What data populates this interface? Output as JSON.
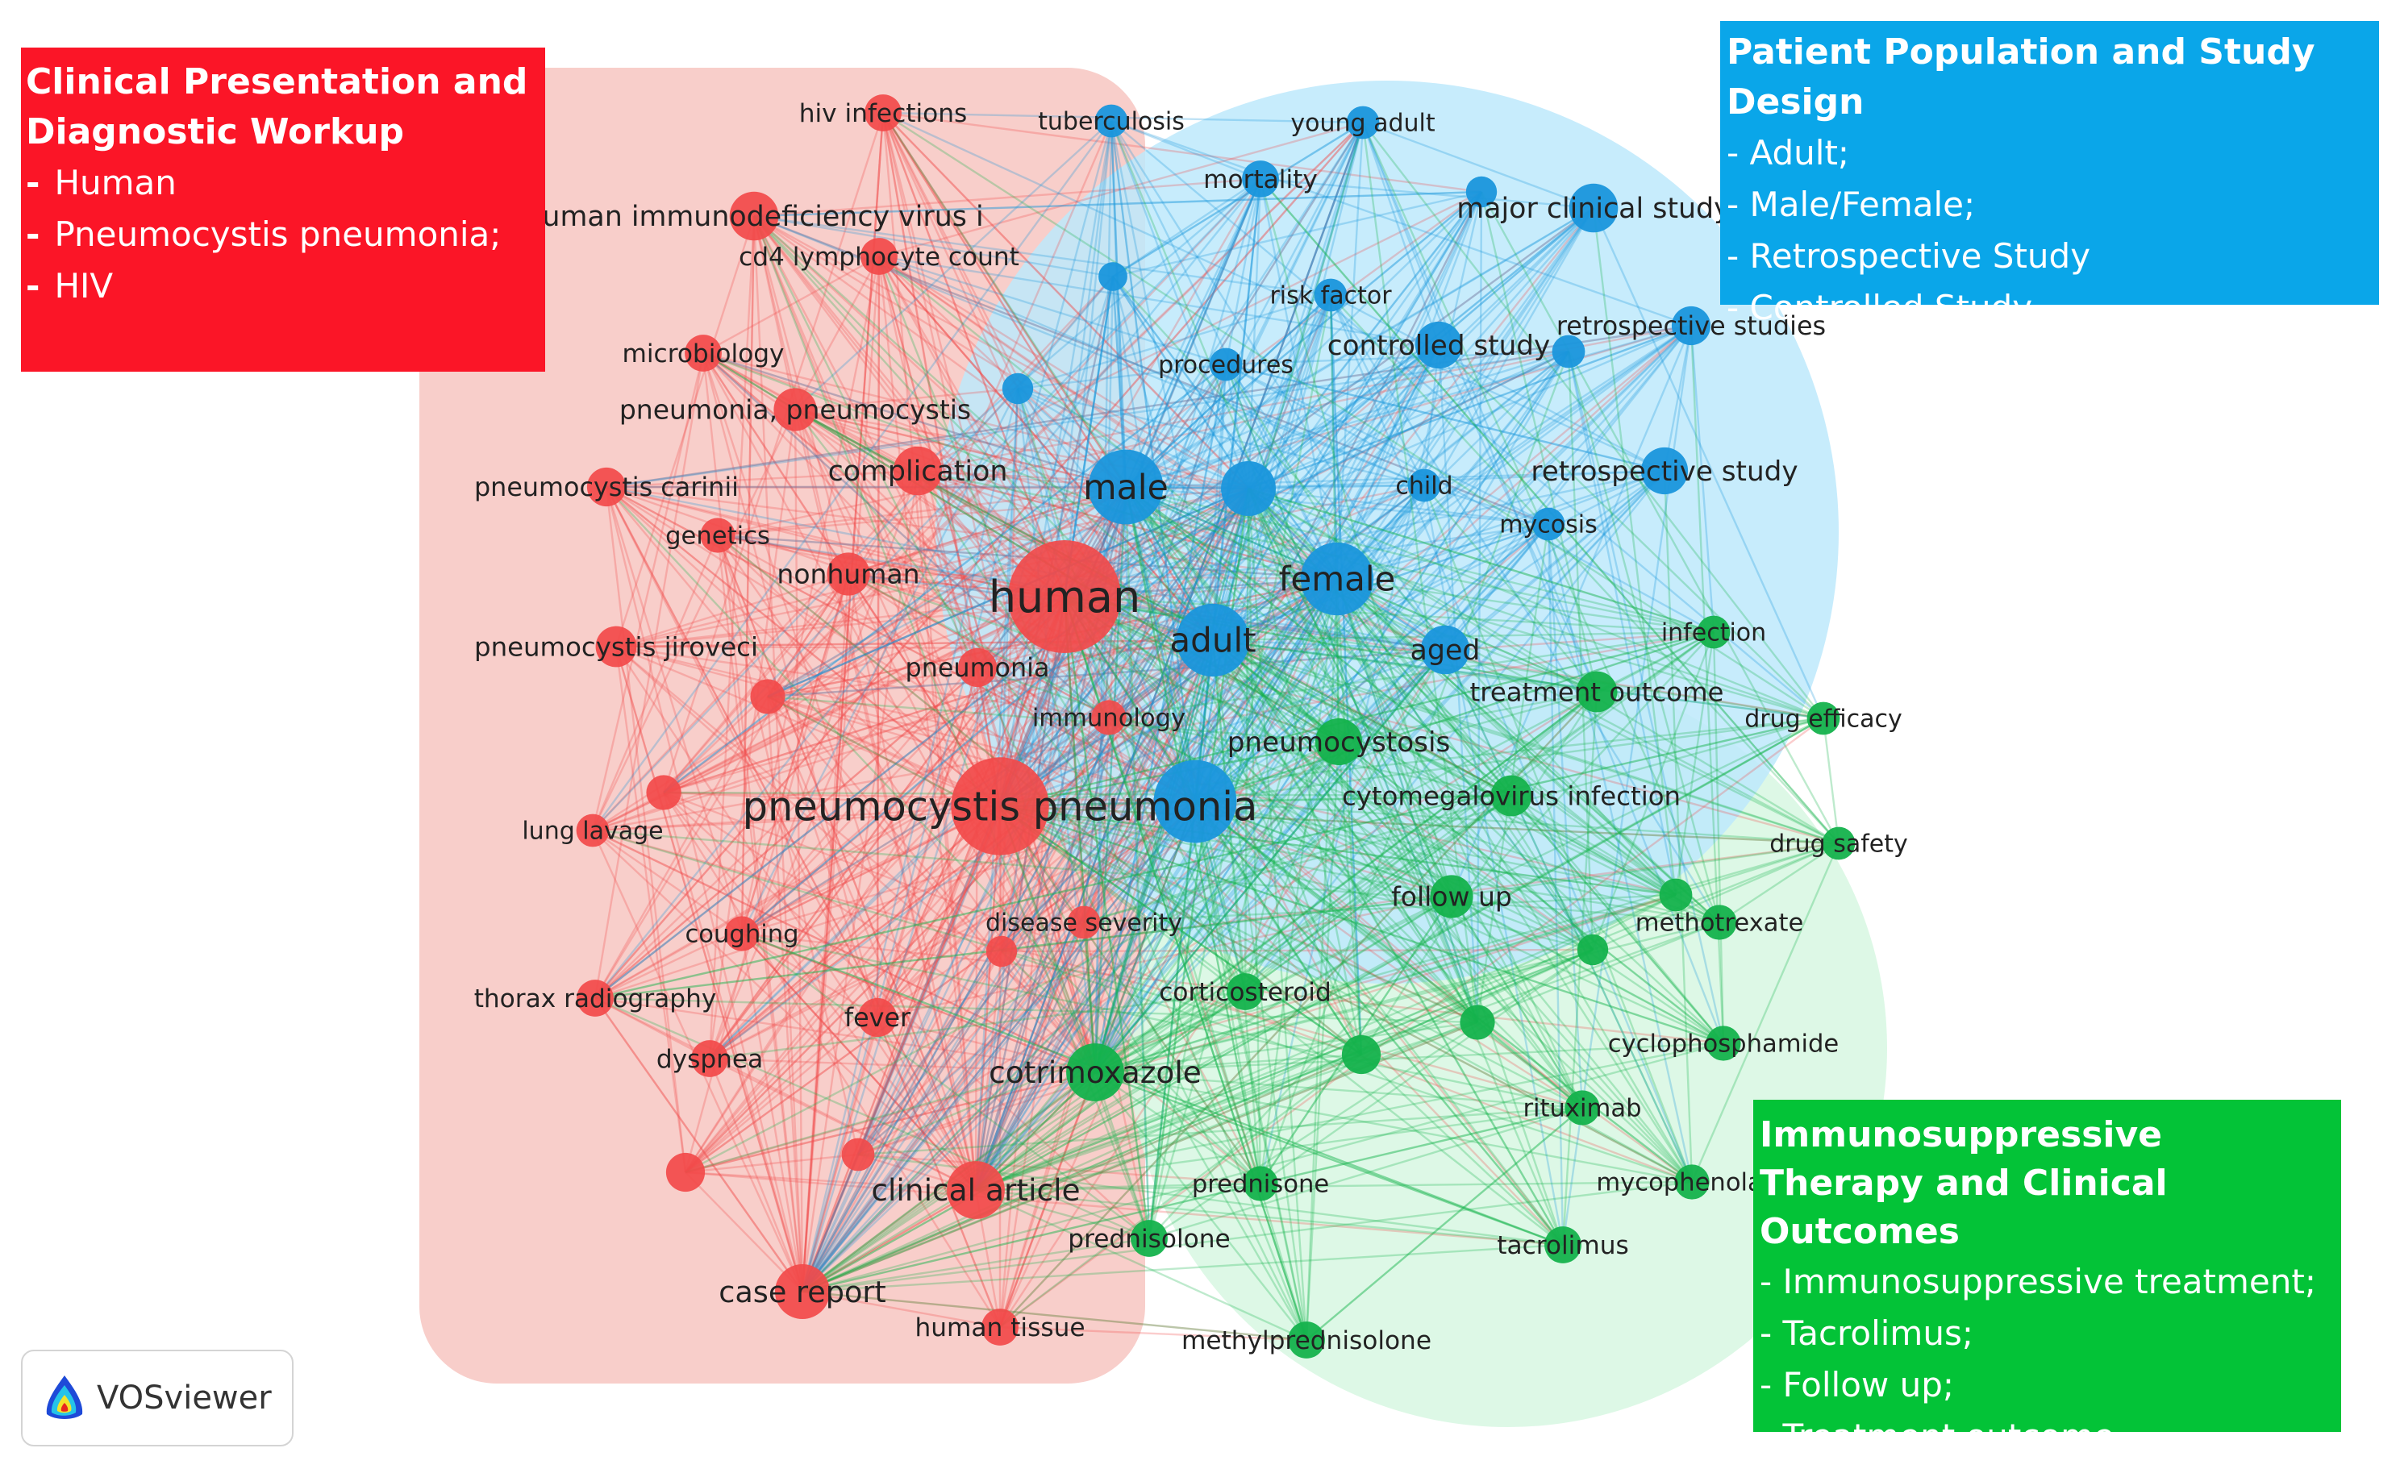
{
  "colors": {
    "red": "#f24a4a",
    "blue": "#1a96dc",
    "green": "#14b24c",
    "red_region": "#f7c9c4",
    "blue_region": "#bde9fb",
    "green_region": "#d9f7e3"
  },
  "legend_boxes": {
    "red": {
      "title": "Clinical Presentation and Diagnostic Workup",
      "items": [
        "Human",
        "Pneumocystis pneumonia;",
        "HIV"
      ]
    },
    "blue": {
      "title": "Patient Population and Study Design",
      "items": [
        "- Adult;",
        "- Male/Female;",
        "- Retrospective Study",
        "- Controlled Study"
      ]
    },
    "green": {
      "title": "Immunosuppressive Therapy and Clinical Outcomes",
      "items": [
        "- Immunosuppressive treatment;",
        "- Tacrolimus;",
        "- Follow up;",
        "- Treatment outcome"
      ]
    }
  },
  "logo": {
    "text": "VOSviewer",
    "icon": "vosviewer-logo-icon"
  },
  "network": {
    "nodes": [
      {
        "label": "human",
        "cluster": "red",
        "size": 1.0
      },
      {
        "label": "pneumocystis pneumonia",
        "cluster": "red",
        "size": 0.85
      },
      {
        "label": "clinical article",
        "cluster": "red",
        "size": 0.45
      },
      {
        "label": "case report",
        "cluster": "red",
        "size": 0.42
      },
      {
        "label": "complication",
        "cluster": "red",
        "size": 0.36
      },
      {
        "label": "nonhuman",
        "cluster": "red",
        "size": 0.3
      },
      {
        "label": "human immunodeficiency virus i",
        "cluster": "red",
        "size": 0.36
      },
      {
        "label": "pneumonia, pneumocystis",
        "cluster": "red",
        "size": 0.3
      },
      {
        "label": "hiv infections",
        "cluster": "red",
        "size": 0.24
      },
      {
        "label": "cd4 lymphocyte count",
        "cluster": "red",
        "size": 0.24
      },
      {
        "label": "microbiology",
        "cluster": "red",
        "size": 0.24
      },
      {
        "label": "pneumocystis carinii",
        "cluster": "red",
        "size": 0.26
      },
      {
        "label": "genetics",
        "cluster": "red",
        "size": 0.22
      },
      {
        "label": "pneumocystis jiroveci",
        "cluster": "red",
        "size": 0.28
      },
      {
        "label": "pneumonia",
        "cluster": "red",
        "size": 0.26
      },
      {
        "label": "lung lavage",
        "cluster": "red",
        "size": 0.2
      },
      {
        "label": "coughing",
        "cluster": "red",
        "size": 0.22
      },
      {
        "label": "thorax radiography",
        "cluster": "red",
        "size": 0.24
      },
      {
        "label": "fever",
        "cluster": "red",
        "size": 0.26
      },
      {
        "label": "dyspnea",
        "cluster": "red",
        "size": 0.24
      },
      {
        "label": "human tissue",
        "cluster": "red",
        "size": 0.24
      },
      {
        "label": "immunology",
        "cluster": "red",
        "size": 0.22
      },
      {
        "label": "disease severity",
        "cluster": "red",
        "size": 0.2
      },
      {
        "label": "",
        "cluster": "red",
        "size": 0.22
      },
      {
        "label": "",
        "cluster": "red",
        "size": 0.22
      },
      {
        "label": "",
        "cluster": "red",
        "size": 0.26
      },
      {
        "label": "",
        "cluster": "red",
        "size": 0.18
      },
      {
        "label": "",
        "cluster": "red",
        "size": 0.2
      },
      {
        "label": "male",
        "cluster": "blue",
        "size": 0.62
      },
      {
        "label": "female",
        "cluster": "blue",
        "size": 0.6
      },
      {
        "label": "adult",
        "cluster": "blue",
        "size": 0.6
      },
      {
        "label": "aged",
        "cluster": "blue",
        "size": 0.36
      },
      {
        "label": "mortality",
        "cluster": "blue",
        "size": 0.24
      },
      {
        "label": "tuberculosis",
        "cluster": "blue",
        "size": 0.2
      },
      {
        "label": "young adult",
        "cluster": "blue",
        "size": 0.2
      },
      {
        "label": "major clinical study",
        "cluster": "blue",
        "size": 0.36
      },
      {
        "label": "risk factor",
        "cluster": "blue",
        "size": 0.2
      },
      {
        "label": "controlled study",
        "cluster": "blue",
        "size": 0.34
      },
      {
        "label": "retrospective studies",
        "cluster": "blue",
        "size": 0.26
      },
      {
        "label": "procedures",
        "cluster": "blue",
        "size": 0.2
      },
      {
        "label": "retrospective study",
        "cluster": "blue",
        "size": 0.34
      },
      {
        "label": "child",
        "cluster": "blue",
        "size": 0.2
      },
      {
        "label": "mycosis",
        "cluster": "blue",
        "size": 0.2
      },
      {
        "label": "",
        "cluster": "blue",
        "size": 0.42
      },
      {
        "label": "",
        "cluster": "blue",
        "size": 0.7
      },
      {
        "label": "",
        "cluster": "blue",
        "size": 0.18
      },
      {
        "label": "",
        "cluster": "blue",
        "size": 0.16
      },
      {
        "label": "",
        "cluster": "blue",
        "size": 0.18
      },
      {
        "label": "",
        "cluster": "blue",
        "size": 0.2
      },
      {
        "label": "infection",
        "cluster": "green",
        "size": 0.2
      },
      {
        "label": "treatment outcome",
        "cluster": "green",
        "size": 0.28
      },
      {
        "label": "drug efficacy",
        "cluster": "green",
        "size": 0.2
      },
      {
        "label": "pneumocystosis",
        "cluster": "green",
        "size": 0.34
      },
      {
        "label": "cytomegalovirus infection",
        "cluster": "green",
        "size": 0.28
      },
      {
        "label": "drug safety",
        "cluster": "green",
        "size": 0.2
      },
      {
        "label": "follow up",
        "cluster": "green",
        "size": 0.3
      },
      {
        "label": "methotrexate",
        "cluster": "green",
        "size": 0.22
      },
      {
        "label": "corticosteroid",
        "cluster": "green",
        "size": 0.24
      },
      {
        "label": "cotrimoxazole",
        "cluster": "green",
        "size": 0.45
      },
      {
        "label": "cyclophosphamide",
        "cluster": "green",
        "size": 0.22
      },
      {
        "label": "rituximab",
        "cluster": "green",
        "size": 0.22
      },
      {
        "label": "prednisone",
        "cluster": "green",
        "size": 0.22
      },
      {
        "label": "mycophenolate",
        "cluster": "green",
        "size": 0.22
      },
      {
        "label": "prednisolone",
        "cluster": "green",
        "size": 0.24
      },
      {
        "label": "tacrolimus",
        "cluster": "green",
        "size": 0.24
      },
      {
        "label": "methylprednisolone",
        "cluster": "green",
        "size": 0.24
      },
      {
        "label": "",
        "cluster": "green",
        "size": 0.26
      },
      {
        "label": "",
        "cluster": "green",
        "size": 0.22
      },
      {
        "label": "",
        "cluster": "green",
        "size": 0.18
      },
      {
        "label": "",
        "cluster": "green",
        "size": 0.2
      }
    ]
  }
}
